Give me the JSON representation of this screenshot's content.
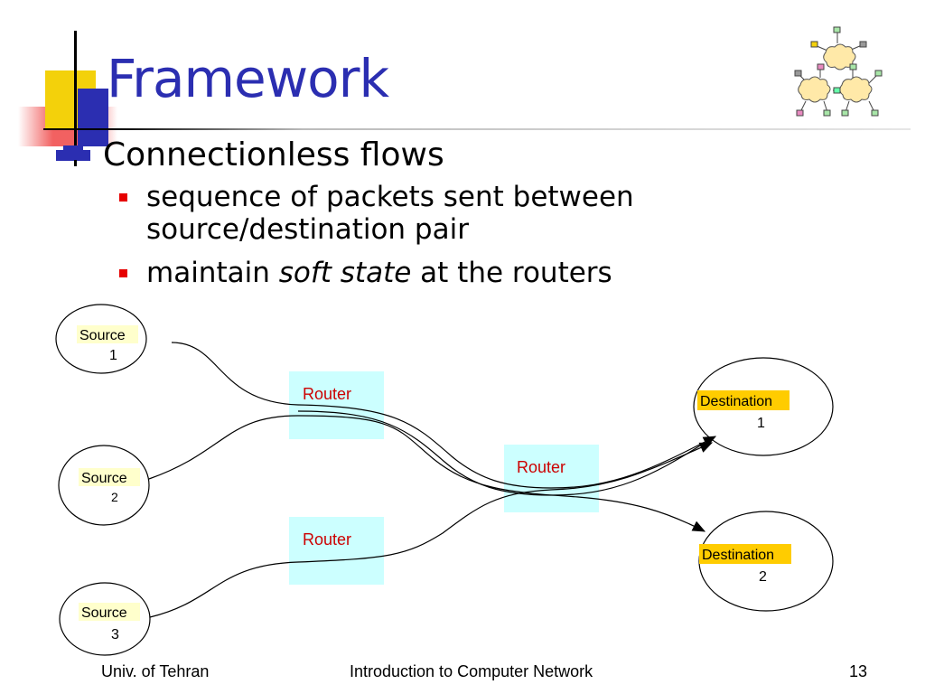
{
  "slide": {
    "title": "Framework",
    "bullet_main": "Connectionless flows",
    "sub_bullet_1": "sequence of packets sent between source/destination pair",
    "sub_bullet_2_pre": "maintain ",
    "sub_bullet_2_em": "soft state",
    "sub_bullet_2_post": " at the routers"
  },
  "diagram": {
    "sources": [
      {
        "label": "Source",
        "num": "1"
      },
      {
        "label": "Source",
        "num": "2"
      },
      {
        "label": "Source",
        "num": "3"
      }
    ],
    "routers": [
      {
        "label": "Router"
      },
      {
        "label": "Router"
      },
      {
        "label": "Router"
      }
    ],
    "destinations": [
      {
        "label": "Destination",
        "num": "1"
      },
      {
        "label": "Destination",
        "num": "2"
      }
    ],
    "colors": {
      "router_fill": "#ccffff",
      "router_text": "#cc0000",
      "label_highlight_source": "#ffffcc",
      "label_highlight_dest": "#ffcc00"
    }
  },
  "footer": {
    "left": "Univ. of Tehran",
    "center": "Introduction to Computer Network",
    "page": "13"
  },
  "colors": {
    "title": "#2b2eb1",
    "bullet_main": "#2b2eb1",
    "bullet_sub": "#e60000"
  }
}
